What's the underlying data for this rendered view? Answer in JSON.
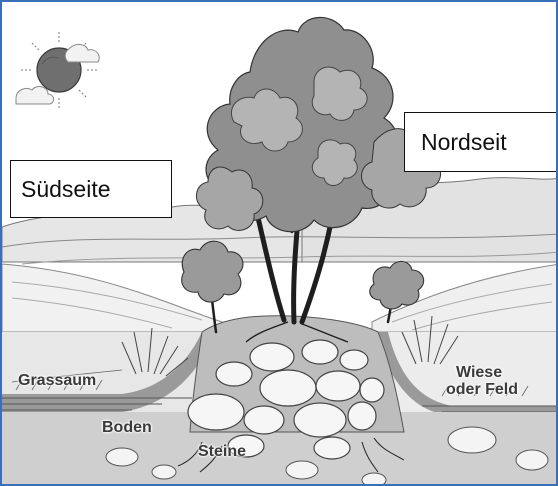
{
  "labels": {
    "south": "Südseite",
    "north": "Nordseit"
  },
  "diagram_text": {
    "grass_strip": "Grassaum",
    "soil": "Boden",
    "stones": "Steine",
    "meadow_line1": "Wiese",
    "meadow_line2": "oder Feld"
  },
  "icons": {
    "sun": "sun-behind-clouds-icon"
  },
  "colors": {
    "frame_border": "#3a6fb7",
    "foliage": "#8f8f8f",
    "stone_bank": "#b9b9b9",
    "ground": "#cfcfcf"
  }
}
